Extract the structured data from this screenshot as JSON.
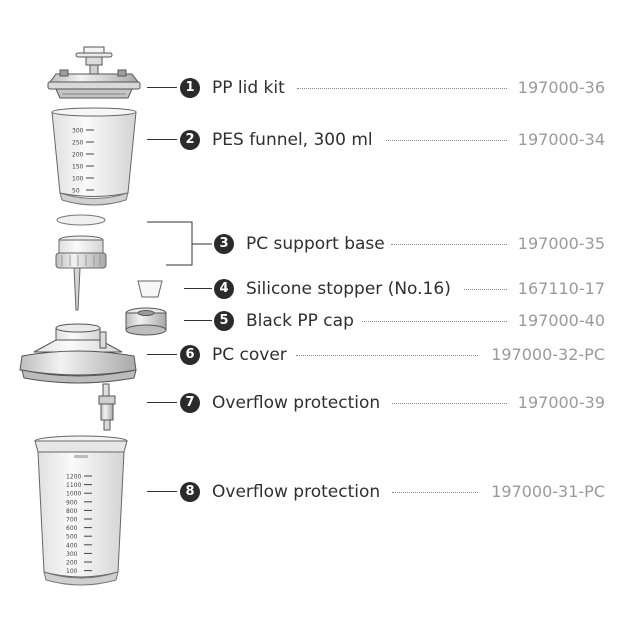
{
  "parts": [
    {
      "number": "1",
      "name": "PP lid kit",
      "code": "197000-36"
    },
    {
      "number": "2",
      "name": "PES funnel, 300 ml",
      "code": "197000-34"
    },
    {
      "number": "3",
      "name": "PC support base",
      "code": "197000-35"
    },
    {
      "number": "4",
      "name": "Silicone stopper (No.16)",
      "code": "167110-17"
    },
    {
      "number": "5",
      "name": "Black PP cap",
      "code": "197000-40"
    },
    {
      "number": "6",
      "name": "PC cover",
      "code": "197000-32-PC"
    },
    {
      "number": "7",
      "name": "Overflow protection",
      "code": "197000-39"
    },
    {
      "number": "8",
      "name": "Overflow protection",
      "code": "197000-31-PC"
    }
  ],
  "funnel_scale": [
    "300",
    "250",
    "200",
    "150",
    "100",
    "50"
  ],
  "bottle_scale": [
    "1200",
    "1100",
    "1000",
    "900",
    "800",
    "700",
    "600",
    "500",
    "400",
    "300",
    "200",
    "100"
  ]
}
